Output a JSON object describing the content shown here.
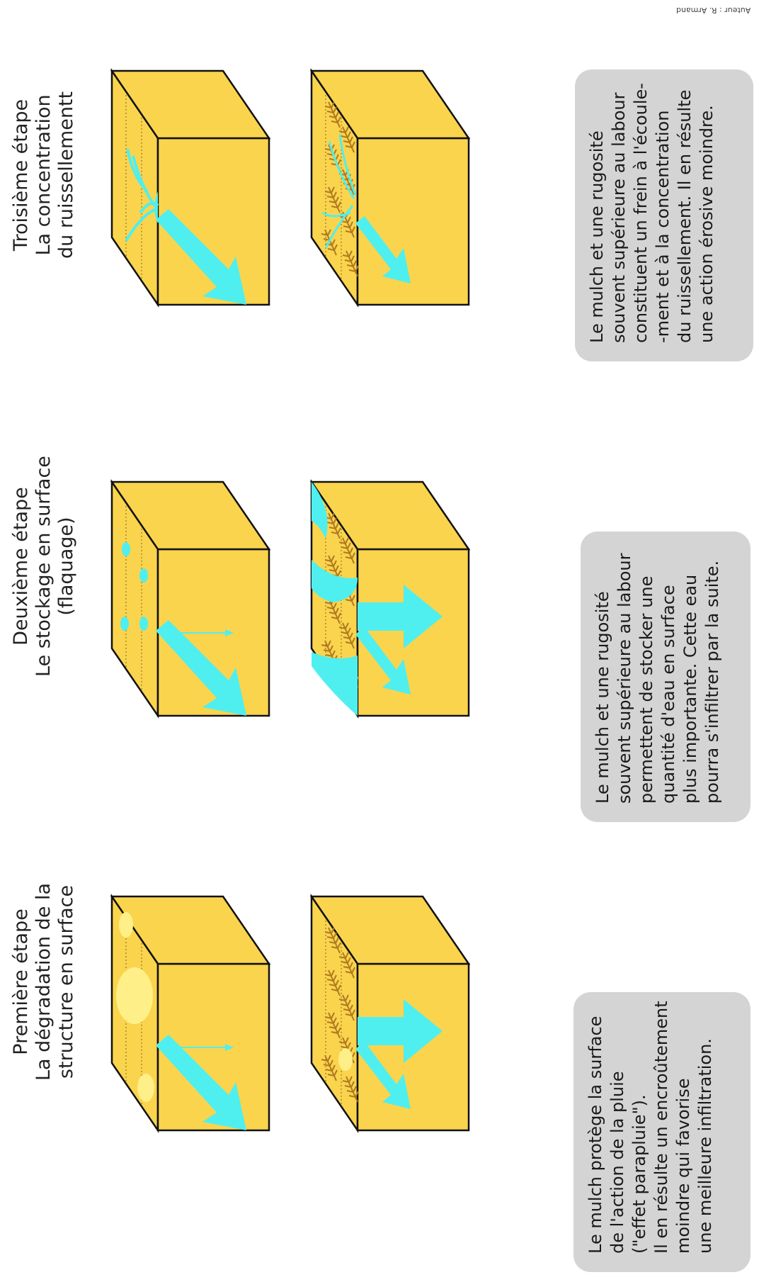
{
  "credit": "Auteur : R. Armand",
  "stages": [
    {
      "title": [
        "Première étape",
        "La dégradation de la",
        "structure en surface"
      ],
      "note": [
        "Le mulch protège la surface",
        "de l'action de la pluie",
        "(\"effet parapluie\").",
        "Il en résulte un encroûtement",
        "moindre qui favorise",
        "une meilleure infiltration."
      ]
    },
    {
      "title": [
        "Deuxième étape",
        "Le stockage en surface",
        "(flaquage)"
      ],
      "note": [
        "Le mulch et une rugosité",
        "souvent supérieure au labour",
        "permettent de stocker une",
        "quantité d'eau en surface",
        "plus importante. Cette eau",
        "pourra s'infiltrer par la suite."
      ]
    },
    {
      "title": [
        "Troisième étape",
        "La concentration",
        "du ruissellementt"
      ],
      "note": [
        "Le mulch et une rugosité",
        "souvent supérieure au labour",
        "constituent un frein à l'écoule-",
        "-ment et à la concentration",
        "du ruissellement. Il en résulte",
        "une action érosive moindre."
      ]
    }
  ],
  "colors": {
    "soil": "#fad44d",
    "soil_dark": "#e8b83a",
    "water": "#4fefef",
    "crust": "#ffef88",
    "straw": "#b07a20",
    "panel": "#d4d4d4"
  }
}
